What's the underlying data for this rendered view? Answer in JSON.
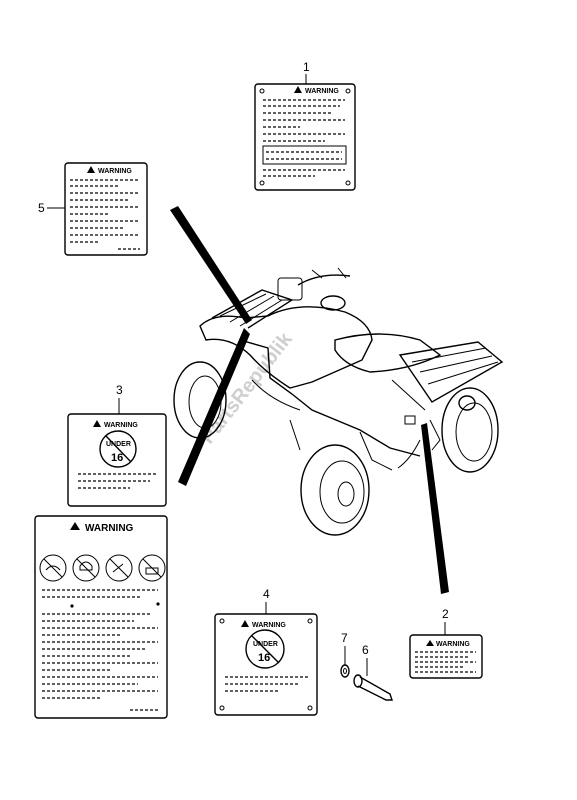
{
  "callouts": [
    "1",
    "2",
    "3",
    "4",
    "5",
    "6",
    "7"
  ],
  "label_texts": {
    "warning": "WARNING",
    "under": "UNDER",
    "age": "16"
  },
  "watermark": "PartsRepublik"
}
